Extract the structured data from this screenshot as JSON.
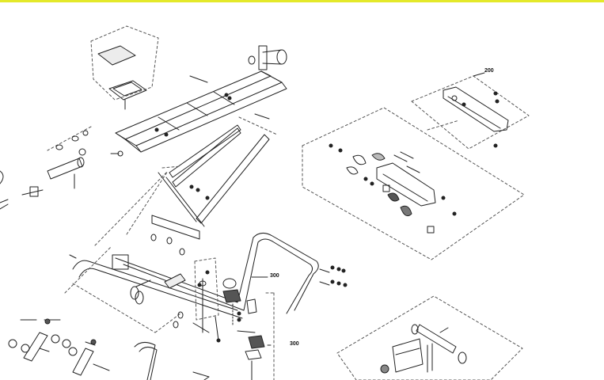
{
  "colors": {
    "accent_rule": "#e4e92a",
    "line": "#222222",
    "dash": "#555555"
  },
  "callouts": {
    "subassembly_a": "200",
    "subassembly_b": "300",
    "subassembly_c": "300"
  }
}
